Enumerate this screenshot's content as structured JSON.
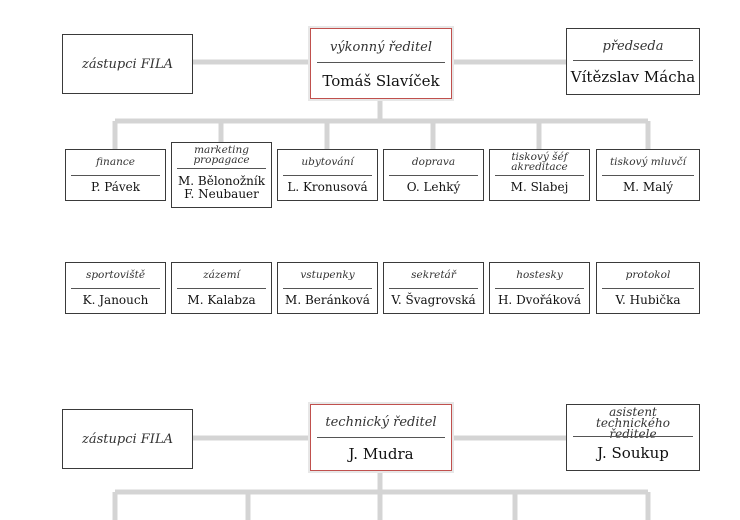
{
  "top": {
    "fila": "zástupci FILA",
    "director_role": "výkonný ředitel",
    "director_name": "Tomáš Slavíček",
    "chair_role": "předseda",
    "chair_name": "Vítězslav Mácha"
  },
  "row1": [
    {
      "role": "finance",
      "name": "P. Pávek"
    },
    {
      "role": "marketing propagace",
      "name": "M. Bělonožník F. Neubauer"
    },
    {
      "role": "ubytování",
      "name": "L. Kronusová"
    },
    {
      "role": "doprava",
      "name": "O. Lehký"
    },
    {
      "role": "tiskový šéf akreditace",
      "name": "M. Slabej"
    },
    {
      "role": "tiskový mluvčí",
      "name": "M. Malý"
    }
  ],
  "row2": [
    {
      "role": "sportoviště",
      "name": "K. Janouch"
    },
    {
      "role": "zázemí",
      "name": "M. Kalabza"
    },
    {
      "role": "vstupenky",
      "name": "M. Beránková"
    },
    {
      "role": "sekretář",
      "name": "V. Švagrovská"
    },
    {
      "role": "hostesky",
      "name": "H. Dvořáková"
    },
    {
      "role": "protokol",
      "name": "V. Hubička"
    }
  ],
  "bottom": {
    "fila": "zástupci FILA",
    "director_role": "technický ředitel",
    "director_name": "J. Mudra",
    "assistant_role": "asistent technického ředitele",
    "assistant_name": "J. Soukup"
  },
  "colors": {
    "connector": "#d6d6d6",
    "highlight_border": "#c0504d",
    "border": "#3a3a3a"
  }
}
